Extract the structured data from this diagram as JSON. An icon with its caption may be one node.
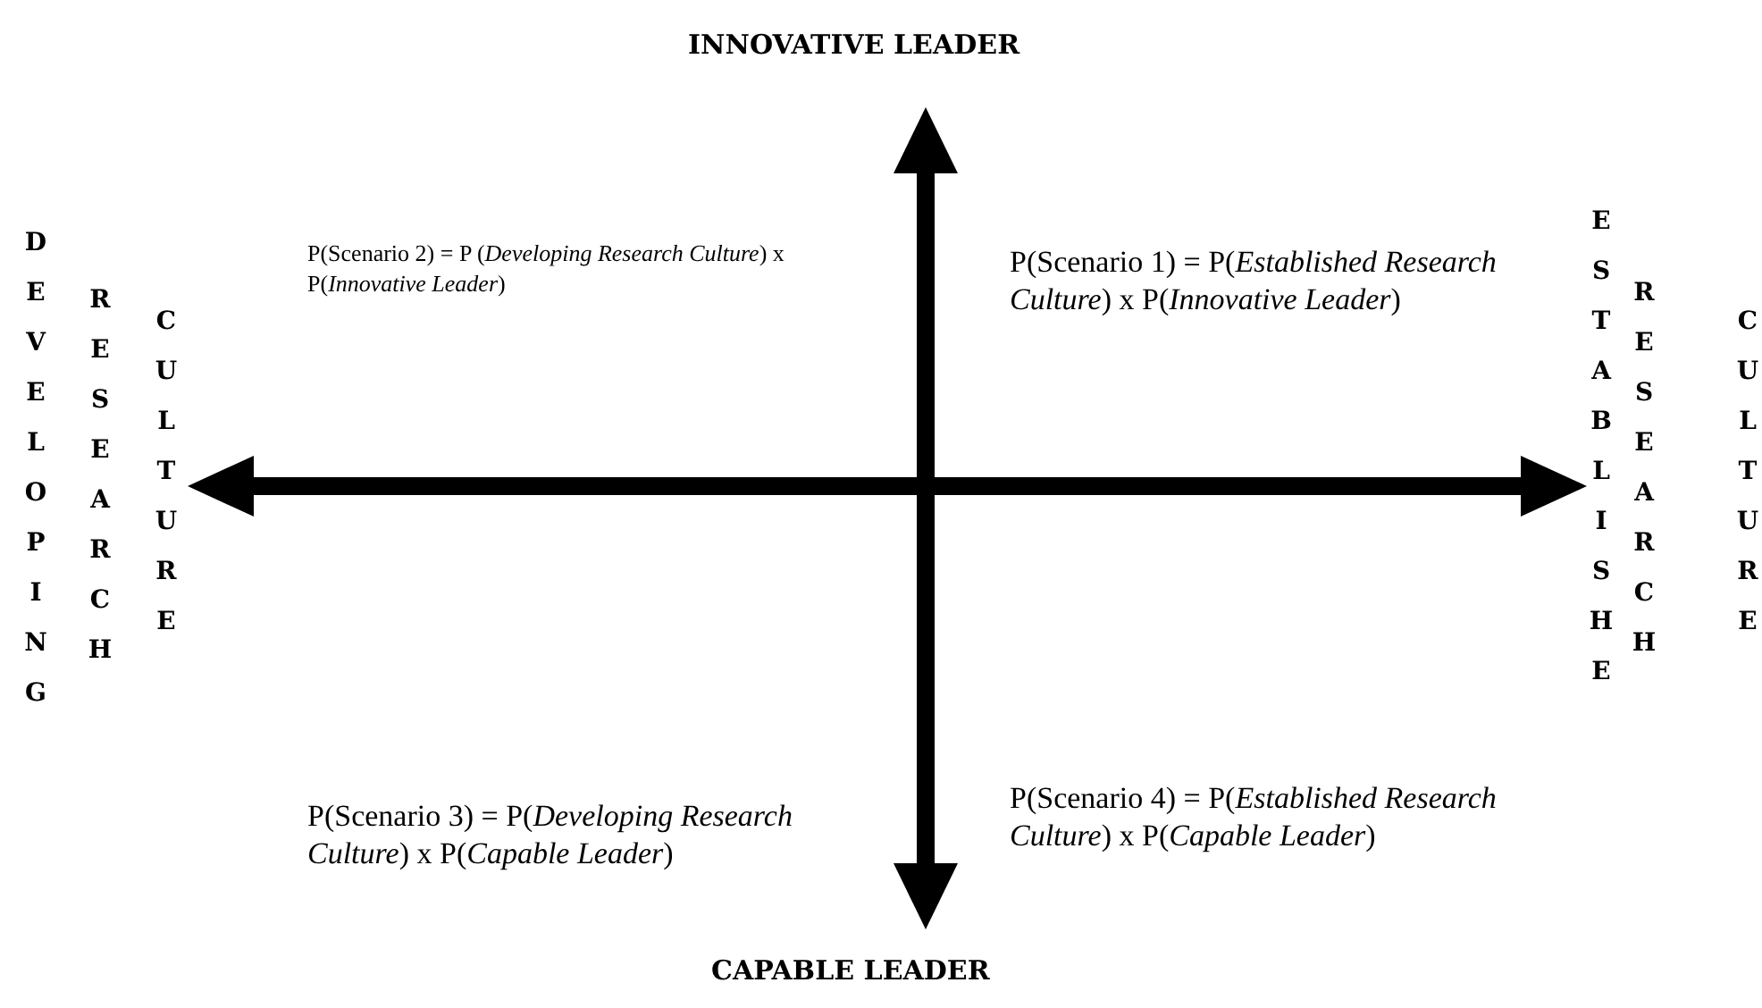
{
  "diagram": {
    "labels": [
      "INNOVATIVE LEADER",
      "DEVELOPING",
      "RESEARCH",
      "CULTURE",
      "P(Scenario 2) = P (*Developing Research Culture*) x  P(*Innovative Leader*)",
      "P(Scenario 1) = P(*Established Research Culture*) x P(*Innovative Leader*)",
      "ESTABLISHE",
      "RESEARCH",
      "CULTURE",
      "P(Scenario 3) = P(*Developing Research Culture*) x P(*Capable Leader*)",
      "P(Scenario 4) = P(*Established Research Culture*) x P(*Capable Leader*)",
      "CAPABLE LEADER"
    ]
  }
}
